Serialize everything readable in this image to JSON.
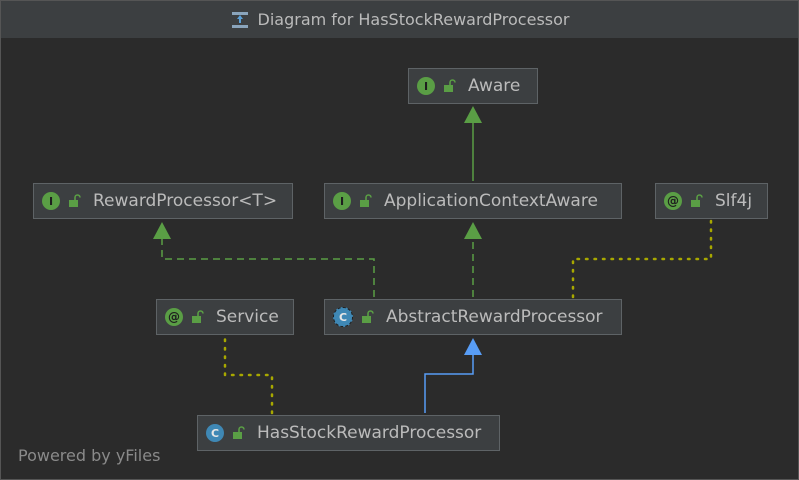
{
  "window": {
    "title": "Diagram for HasStockRewardProcessor",
    "footer": "Powered by yFiles"
  },
  "nodes": {
    "aware": {
      "name": "Aware",
      "kind": "interface",
      "badge": "I"
    },
    "reward_processor": {
      "name": "RewardProcessor<T>",
      "kind": "interface",
      "badge": "I"
    },
    "application_context_aware": {
      "name": "ApplicationContextAware",
      "kind": "interface",
      "badge": "I"
    },
    "slf4j": {
      "name": "Slf4j",
      "kind": "annotation",
      "badge": "@"
    },
    "service": {
      "name": "Service",
      "kind": "annotation",
      "badge": "@"
    },
    "abstract_reward_processor": {
      "name": "AbstractRewardProcessor",
      "kind": "abstract-class",
      "badge": "C"
    },
    "has_stock_reward_processor": {
      "name": "HasStockRewardProcessor",
      "kind": "class",
      "badge": "C"
    }
  },
  "edges": [
    {
      "from": "application_context_aware",
      "to": "aware",
      "type": "extends-interface"
    },
    {
      "from": "abstract_reward_processor",
      "to": "reward_processor",
      "type": "implements"
    },
    {
      "from": "abstract_reward_processor",
      "to": "application_context_aware",
      "type": "implements"
    },
    {
      "from": "abstract_reward_processor",
      "to": "slf4j",
      "type": "annotated-with"
    },
    {
      "from": "has_stock_reward_processor",
      "to": "service",
      "type": "annotated-with"
    },
    {
      "from": "has_stock_reward_processor",
      "to": "abstract_reward_processor",
      "type": "extends"
    }
  ],
  "colors": {
    "background": "#2b2b2b",
    "node_fill": "#3c3f41",
    "node_border": "#5e6366",
    "text": "#bbbbbb",
    "interface_edge": "#5a9e45",
    "extends_edge": "#589df6",
    "annotation_edge": "#a8a800",
    "interface_badge": "#5a9e45",
    "class_badge": "#3f88b5"
  }
}
